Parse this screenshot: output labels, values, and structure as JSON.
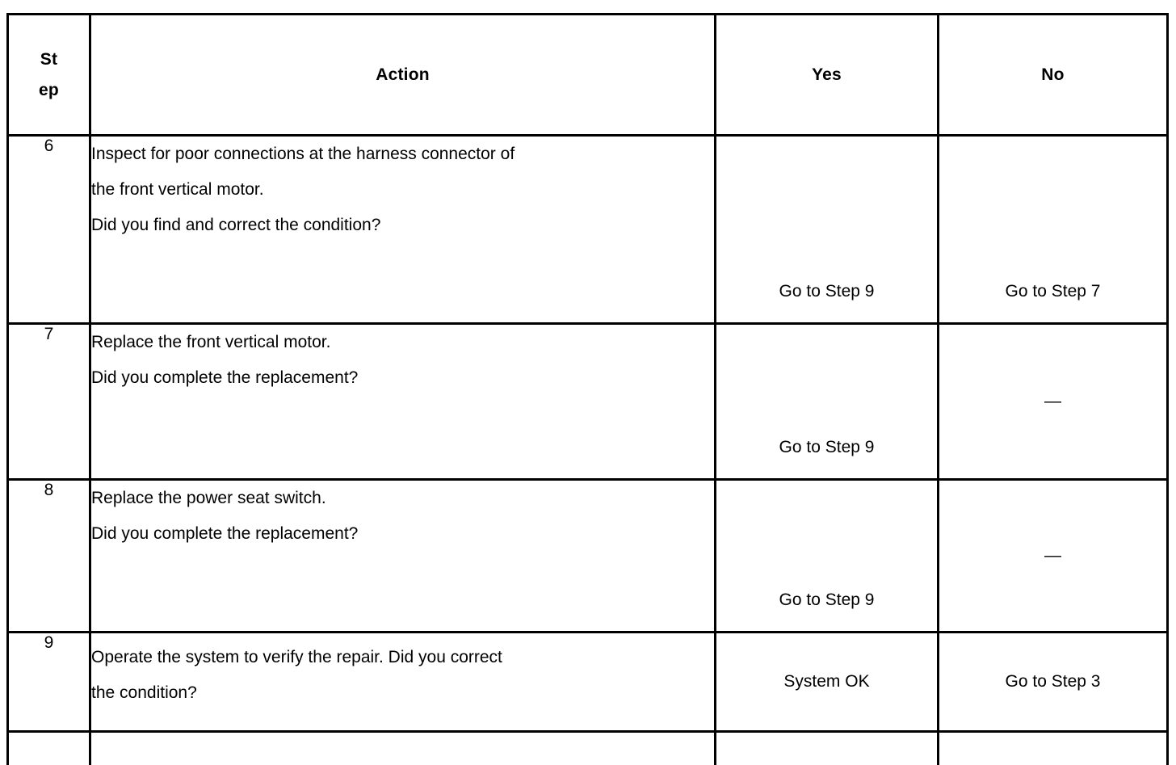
{
  "document": {
    "type": "diagnostic-step-table",
    "background_color": "#ffffff",
    "text_color": "#000000",
    "border_color": "#000000"
  },
  "table": {
    "columns": [
      {
        "key": "step",
        "label": "Step",
        "label_line1": "St",
        "label_line2": "ep",
        "align": "center"
      },
      {
        "key": "action",
        "label": "Action",
        "align": "center"
      },
      {
        "key": "yes",
        "label": "Yes",
        "align": "center"
      },
      {
        "key": "no",
        "label": "No",
        "align": "center"
      }
    ],
    "rows": [
      {
        "step": "6",
        "action_lines": [
          "Inspect for poor connections at the harness connector of",
          "the front vertical motor.",
          "Did you find and correct the condition?"
        ],
        "yes": "Go to Step 9",
        "no": "Go to Step 7"
      },
      {
        "step": "7",
        "action_lines": [
          "Replace the front vertical motor.",
          "Did you complete the replacement?"
        ],
        "yes": "Go to Step 9",
        "no": "—"
      },
      {
        "step": "8",
        "action_lines": [
          "Replace the power seat switch.",
          "Did you complete the replacement?"
        ],
        "yes": "Go to Step 9",
        "no": "—"
      },
      {
        "step": "9",
        "action_lines": [
          "Operate the system to verify the repair. Did you correct",
          "the condition?"
        ],
        "yes": "System OK",
        "no": "Go to Step 3"
      }
    ]
  }
}
